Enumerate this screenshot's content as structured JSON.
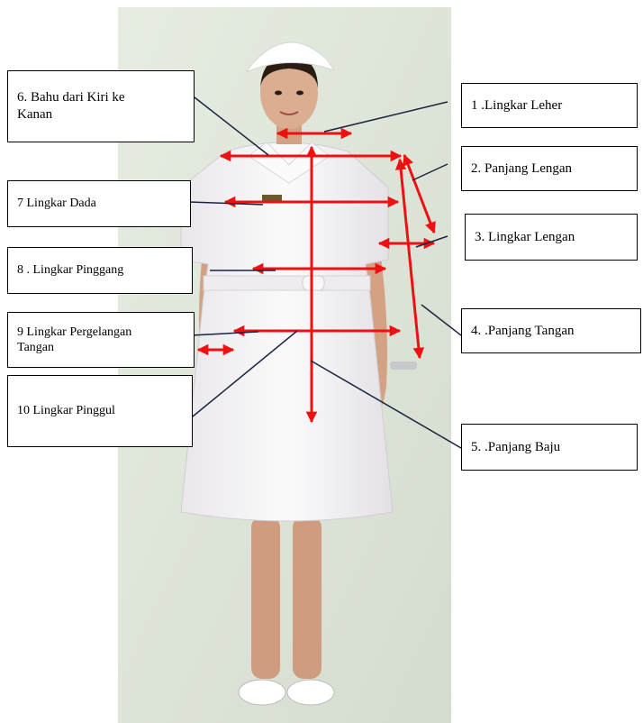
{
  "labels": {
    "l1": "1 .Lingkar Leher",
    "l2": "2. Panjang  Lengan",
    "l3": "3. Lingkar Lengan",
    "l4": "4. .Panjang Tangan",
    "l5": "5. .Panjang Baju",
    "l6": "6. Bahu dari Kiri ke Kanan",
    "l7": "7   Lingkar Dada",
    "l8": "8 . Lingkar Pinggang",
    "l9": "9  Lingkar Pergelangan Tangan",
    "l10": "10   Lingkar Pinggul"
  },
  "colors": {
    "arrow": "#ee1111",
    "leader": "#1a2440",
    "backdrop": "#dfe7d8",
    "uniform": "#f6f4f4",
    "skin": "#d9a789"
  }
}
